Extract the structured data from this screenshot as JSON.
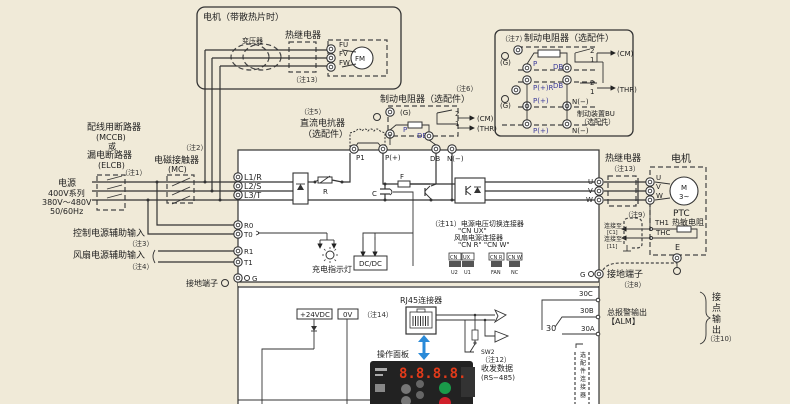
{
  "motor_heatsink_box": {
    "title": "电机（带散热片时）",
    "transformer_label": "变压器",
    "thermal_relay_label": "热继电器",
    "note": "（注13）",
    "terminals": [
      "FU",
      "FV",
      "FW"
    ],
    "fan_motor": "FM"
  },
  "brake_resistor_box_7": {
    "note": "（注7）",
    "title": "制动电阻器（选配件）",
    "labels": {
      "g1": "(G)",
      "g2": "(G)",
      "p": "P",
      "db1": "DB",
      "db2": "DB",
      "pr": "P(+)R",
      "p_plus1": "P(+)",
      "p_plus2": "P(+)",
      "n_minus1": "N(−)",
      "n_minus2": "N(−)",
      "cm": "(CM)",
      "thr": "(THR)",
      "n2": "2",
      "n1": "1",
      "n2b": "2",
      "n1b": "1"
    },
    "brake_unit_label": "制动装置BU",
    "brake_unit_option": "（选配件）"
  },
  "brake_resistor_6": {
    "note": "（注6）",
    "title": "制动电阻器（选配件）",
    "g_label": "(G)",
    "p_label": "P",
    "db_label": "DB",
    "cm": "(CM)",
    "thr": "(THR)",
    "n2": "2",
    "n1": "1"
  },
  "dc_reactor": {
    "note": "（注5）",
    "title": "直流电抗器",
    "option": "（选配件）"
  },
  "dc_terminals": [
    "P1",
    "P(+)",
    "DB",
    "N(−)"
  ],
  "left_labels": {
    "breaker_title1": "配线用断路器",
    "breaker_abbr1": "(MCCB)",
    "breaker_or": "或",
    "breaker_title2": "漏电断路器",
    "breaker_abbr2": "(ELCB)",
    "breaker_note": "（注1）",
    "contactor_note": "（注2）",
    "contactor_title": "电磁接触器",
    "contactor_abbr": "(MC)",
    "power_title": "电源",
    "power_series": "400V系列",
    "power_range": "380V～480V",
    "power_freq": "50/60Hz",
    "ctrl_aux": "控制电源辅助输入",
    "ctrl_note": "（注3）",
    "fan_aux": "风扇电源辅助输入",
    "fan_note": "（注4）",
    "ground": "接地端子"
  },
  "input_terminals": [
    "L1/R",
    "L2/S",
    "L3/T",
    "R0",
    "T0",
    "R1",
    "T1",
    "G"
  ],
  "internal": {
    "r_label": "R",
    "c_label": "C",
    "f_label": "F",
    "charge_lamp": "充电指示灯",
    "dcdc": "DC/DC",
    "switch_note": "（注11）电源电压切换连接器",
    "cn_ux_quote": "\"CN UX\"",
    "fan_conn": "风扇电源连接器",
    "cn_r_w": "\"CN R\"  \"CN W\"",
    "connectors": [
      {
        "top": "CN",
        "bottom": "U2"
      },
      {
        "top": "UX",
        "bottom": "U1"
      },
      {
        "top": "CN R",
        "bottom": "FAN"
      },
      {
        "top": "CN W",
        "bottom": "NC"
      }
    ]
  },
  "output_side": {
    "terminals": [
      "U",
      "V",
      "W"
    ],
    "thermal_relay": "热继电器",
    "thermal_note": "（注13）",
    "motor_title": "电机",
    "motor_m": "M",
    "motor_phase": "3~",
    "motor_terms": [
      "U",
      "V",
      "W"
    ],
    "ptc": "PTC",
    "ptc_label": "热敏电阻",
    "th1": "TH1",
    "thc": "THC",
    "e": "E",
    "note9": "（注9）",
    "conn1": "连接至",
    "conn1_sub": "[C1]",
    "conn2": "连接至",
    "conn2_sub": "[11]",
    "g_label": "G",
    "ground": "接地端子",
    "ground_note": "（注8）"
  },
  "bottom": {
    "v24": "+24VDC",
    "v0": "0V",
    "note14": "（注14）",
    "rj45": "RJ45连接器",
    "panel": "操作面板",
    "display": "8.8.8.8.",
    "sw2": "SW2",
    "note12": "（注12）",
    "txrx": "收发数据",
    "rs485": "(RS−485)",
    "t30c": "30C",
    "t30b": "30B",
    "t30a": "30A",
    "relay30": "30",
    "alarm": "总报警输出",
    "alm": "【ALM】",
    "contact_output": [
      "接",
      "点",
      "输",
      "出"
    ],
    "note10": "（注10）",
    "option_conn": [
      "选",
      "配",
      "件",
      "连",
      "接",
      "器"
    ]
  },
  "colors": {
    "background": "#f0ead8",
    "panel_body": "#222222",
    "display_red": "#e03a1a",
    "run_green": "#1a9a4a",
    "stop_red": "#d0202a",
    "arrow_blue": "#2a8ad8"
  }
}
